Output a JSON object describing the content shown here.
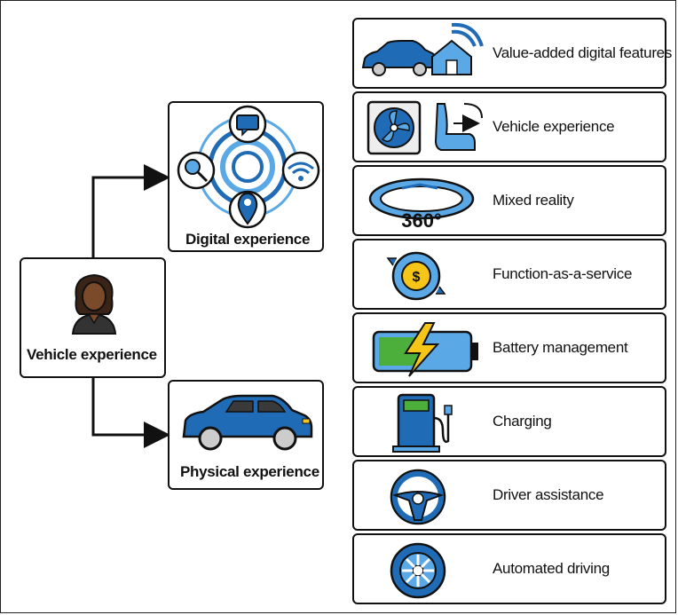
{
  "root": {
    "label": "Vehicle experience",
    "icon": "person-icon"
  },
  "branches": [
    {
      "label": "Digital experience",
      "icon": "digital-hub-icon"
    },
    {
      "label": "Physical experience",
      "icon": "car-icon"
    }
  ],
  "items": [
    {
      "label": "Value-added digital features",
      "icon": "car-home-wifi-icon"
    },
    {
      "label": "Vehicle experience",
      "icon": "fan-seat-icon"
    },
    {
      "label": "Mixed reality",
      "icon": "360-icon"
    },
    {
      "label": "Function-as-a-service",
      "icon": "dollar-cycle-icon"
    },
    {
      "label": "Battery management",
      "icon": "battery-icon"
    },
    {
      "label": "Charging",
      "icon": "charging-station-icon"
    },
    {
      "label": "Driver assistance",
      "icon": "steering-wheel-icon"
    },
    {
      "label": "Automated driving",
      "icon": "wheel-icon"
    }
  ],
  "badge_360": "360°",
  "colors": {
    "accent": "#1f6bb5",
    "light_blue": "#5aa9e6",
    "bolt": "#f5c518",
    "green": "#4caf3c",
    "skin": "#7a4a2a",
    "hair": "#3a2418"
  }
}
